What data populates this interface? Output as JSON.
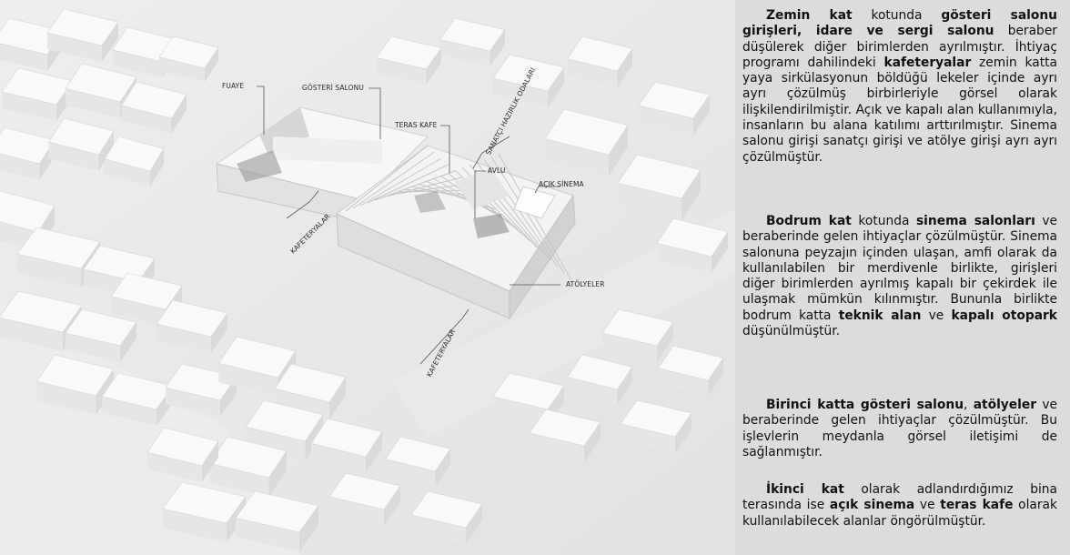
{
  "labels": {
    "fuaye": "FUAYE",
    "gosteri_salonu": "GÖSTERİ SALONU",
    "teras_kafe": "TERAS KAFE",
    "sanatci_hazirlik": "SANATÇI HAZIRLIK ODALARI",
    "avlu": "AVLU",
    "acik_sinema": "AÇIK SİNEMA",
    "kafeteryalar_1": "KAFETERYALAR",
    "atolyeler": "ATÖLYELER",
    "kafeteryalar_2": "KAFETERYALAR"
  },
  "paragraphs": [
    {
      "parts": [
        {
          "text": "Zemin kat",
          "bold": true
        },
        {
          "text": " kotunda ",
          "bold": false
        },
        {
          "text": "gösteri salonu girişleri, idare ve sergi salonu",
          "bold": true
        },
        {
          "text": " beraber düşülerek diğer birimlerden ayrılmıştır. İhtiyaç programı dahilindeki ",
          "bold": false
        },
        {
          "text": "kafeteryalar",
          "bold": true
        },
        {
          "text": " zemin katta yaya sirkülasyonun böldüğü lekeler içinde ayrı ayrı çözülmüş birbirleriyle görsel olarak ilişkilendirilmiştir. Açık ve kapalı alan kullanımıyla, insanların bu alana katılımı arttırılmıştır. Sinema salonu girişi sanatçı girişi ve atölye girişi ayrı ayrı çözülmüştür.",
          "bold": false
        }
      ]
    },
    {
      "parts": [
        {
          "text": "Bodrum kat",
          "bold": true
        },
        {
          "text": " kotunda ",
          "bold": false
        },
        {
          "text": "sinema salonları",
          "bold": true
        },
        {
          "text": " ve beraberinde gelen ihtiyaçlar çözülmüştür. Sinema salonuna peyzajın içinden ulaşan, amfi olarak da kullanılabilen bir merdivenle birlikte, girişleri diğer birimlerden ayrılmış kapalı bir çekirdek ile ulaşmak mümkün kılınmıştır. Bununla birlikte bodrum katta ",
          "bold": false
        },
        {
          "text": "teknik alan",
          "bold": true
        },
        {
          "text": " ve ",
          "bold": false
        },
        {
          "text": "kapalı otopark",
          "bold": true
        },
        {
          "text": " düşünülmüştür.",
          "bold": false
        }
      ]
    },
    {
      "parts": [
        {
          "text": "Birinci katta gösteri salonu",
          "bold": true
        },
        {
          "text": ", ",
          "bold": false
        },
        {
          "text": "atölyeler",
          "bold": true
        },
        {
          "text": " ve beraberinde gelen ihtiyaçlar çözülmüştür. Bu işlevlerin meydanla görsel iletişimi de sağlanmıştır.",
          "bold": false
        }
      ]
    },
    {
      "parts": [
        {
          "text": "İkinci kat",
          "bold": true
        },
        {
          "text": " olarak adlandırdığımız bina terasında ise ",
          "bold": false
        },
        {
          "text": "açık sinema",
          "bold": true
        },
        {
          "text": " ve ",
          "bold": false
        },
        {
          "text": "teras kafe",
          "bold": true
        },
        {
          "text": " olarak kullanılabilecek alanlar öngörülmüştür.",
          "bold": false
        }
      ]
    }
  ]
}
